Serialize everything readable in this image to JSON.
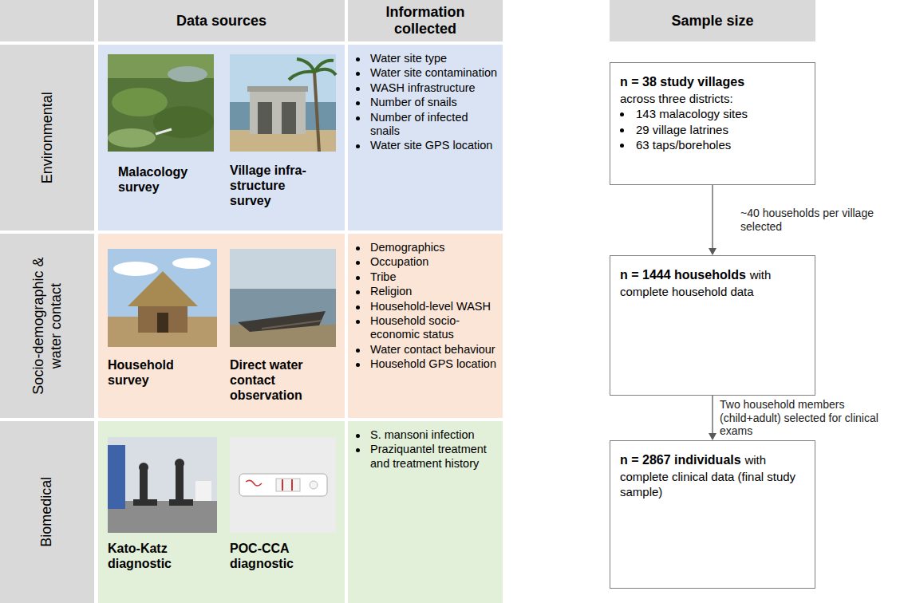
{
  "diagram": {
    "nodes": [
      {
        "text": [
          "Data sources"
        ]
      },
      {
        "text": [
          "Information collected"
        ]
      },
      {
        "text": [
          "Sample size"
        ]
      },
      {
        "text": [
          "Environmental"
        ]
      },
      {
        "text": [
          "Malacology survey",
          "Village infra-structure survey"
        ]
      },
      {
        "text": [
          "Water site type",
          "Water site contamination",
          "WASH infrastructure",
          "Number of snails",
          "Number of infected snails",
          "Water site GPS location"
        ]
      },
      {
        "text": [
          "Socio-demographic & water contact"
        ]
      },
      {
        "text": [
          "Household survey",
          "Direct water contact observation"
        ]
      },
      {
        "text": [
          "Demographics",
          "Occupation",
          "Tribe",
          "Religion",
          "Household-level WASH",
          "Household socio-economic status",
          "Water contact behaviour",
          "Household GPS location"
        ]
      },
      {
        "text": [
          "Biomedical"
        ]
      },
      {
        "text": [
          "Kato-Katz diagnostic",
          "POC-CCA diagnostic"
        ]
      },
      {
        "text": [
          "S. mansoni infection",
          "Praziquantel treatment and treatment history"
        ]
      },
      {
        "text": [
          "n = 38 study villages",
          "across three districts:",
          "143 malacology sites",
          "29 village latrines",
          "63 taps/boreholes"
        ]
      },
      {
        "text": [
          "n = 1444 households",
          "with complete household data"
        ]
      },
      {
        "text": [
          "n = 2867 individuals",
          "with complete clinical data (final study sample)"
        ]
      }
    ],
    "edges": [
      {
        "from": 12,
        "to": 13,
        "arrow": "to",
        "label": "~40 households per village selected"
      },
      {
        "from": 13,
        "to": 14,
        "arrow": "to",
        "label": "Two household members (child+adult) selected for clinical exams"
      }
    ]
  }
}
